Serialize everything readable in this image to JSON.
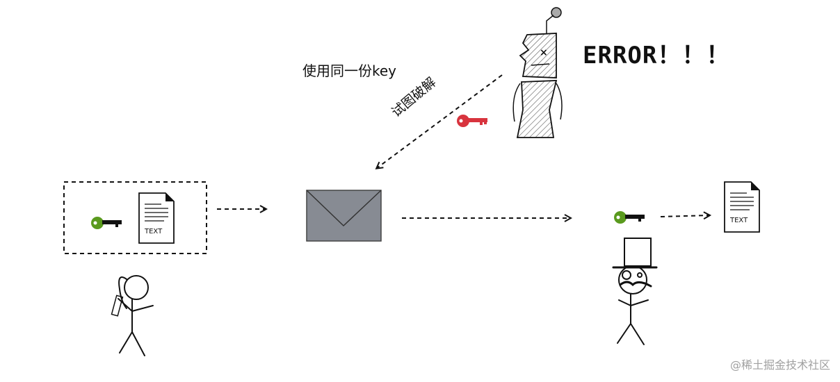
{
  "labels": {
    "shared_key": "使用同一份key",
    "error": "ERROR！！！",
    "crack_attempt": "试图破解",
    "doc_text_left": "TEXT",
    "doc_text_right": "TEXT",
    "watermark": "@稀土掘金技术社区"
  },
  "colors": {
    "good_key": "#5a9a1e",
    "bad_key": "#d8343e",
    "envelope": "#878b93",
    "ink": "#111111"
  },
  "icons": [
    "green-key-icon",
    "red-key-icon",
    "document-icon",
    "envelope-icon",
    "robot-attacker",
    "stick-figure-sender",
    "stick-figure-receiver"
  ]
}
